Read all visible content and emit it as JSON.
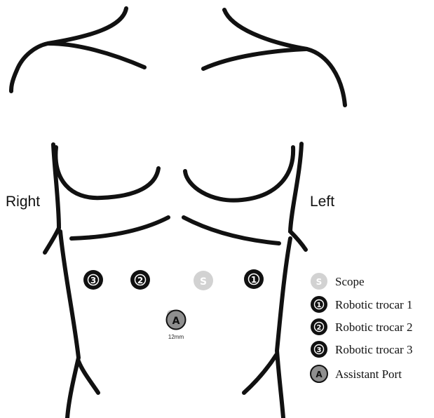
{
  "labels": {
    "right": "Right",
    "left": "Left",
    "assistant_size": "12mm"
  },
  "ports": {
    "scope": {
      "glyph": "S",
      "color": "#d2d2d2",
      "text_color": "#ffffff"
    },
    "trocar1": {
      "glyph": "1",
      "color": "#111111",
      "text_color": "#ffffff"
    },
    "trocar2": {
      "glyph": "2",
      "color": "#111111",
      "text_color": "#ffffff"
    },
    "trocar3": {
      "glyph": "3",
      "color": "#111111",
      "text_color": "#ffffff"
    },
    "assistant": {
      "glyph": "A",
      "color": "#8f8f8f",
      "text_color": "#111111"
    }
  },
  "legend": [
    {
      "glyph": "S",
      "label": "Scope"
    },
    {
      "glyph": "1",
      "label": "Robotic trocar 1"
    },
    {
      "glyph": "2",
      "label": "Robotic trocar 2"
    },
    {
      "glyph": "3",
      "label": "Robotic trocar 3"
    },
    {
      "glyph": "A",
      "label": "Assistant Port"
    }
  ],
  "colors": {
    "outline": "#111111"
  }
}
